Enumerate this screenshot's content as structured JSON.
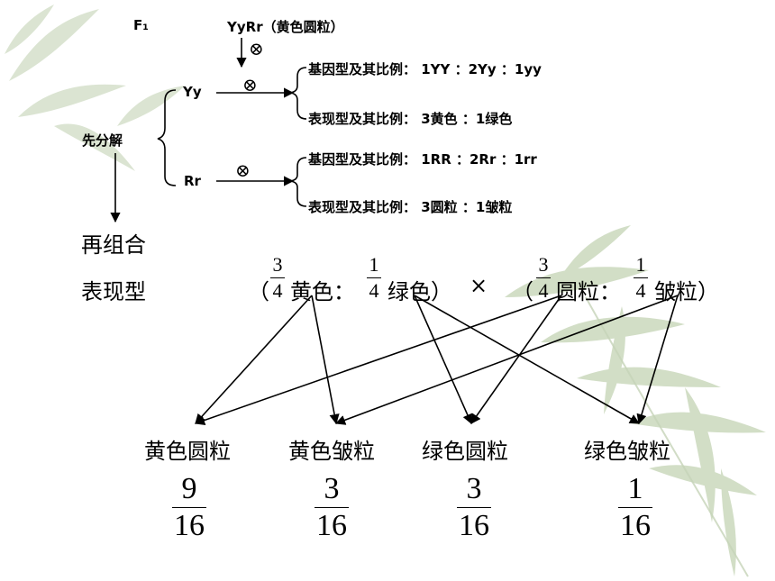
{
  "top": {
    "f1": "F₁",
    "genotype": "YyRr（黄色圆粒）",
    "self_symbol": "⊗",
    "decompose": "先分解",
    "yy": "Yy",
    "rr": "Rr",
    "yy_geno": "基因型及其比例：  1YY ：2Yy ：1yy",
    "yy_pheno": "表现型及其比例：  3黄色 ：1绿色",
    "rr_geno": "基因型及其比例：  1RR ：2Rr ：1rr",
    "rr_pheno": "表现型及其比例：  3圆粒 ：1皱粒"
  },
  "recombine": "再组合",
  "phenotype_label": "表现型",
  "phenotype_row": {
    "open1": "（",
    "f1_num": "3",
    "f1_den": "4",
    "yellow": "黄色：",
    "f2_num": "1",
    "f2_den": "4",
    "green": "绿色）",
    "times": "×",
    "open2": "（",
    "f3_num": "3",
    "f3_den": "4",
    "round": "圆粒：",
    "f4_num": "1",
    "f4_den": "4",
    "wrinkled": "皱粒）"
  },
  "results": [
    {
      "label": "黄色圆粒",
      "num": "9",
      "den": "16"
    },
    {
      "label": "黄色皱粒",
      "num": "3",
      "den": "16"
    },
    {
      "label": "绿色圆粒",
      "num": "3",
      "den": "16"
    },
    {
      "label": "绿色皱粒",
      "num": "1",
      "den": "16"
    }
  ]
}
